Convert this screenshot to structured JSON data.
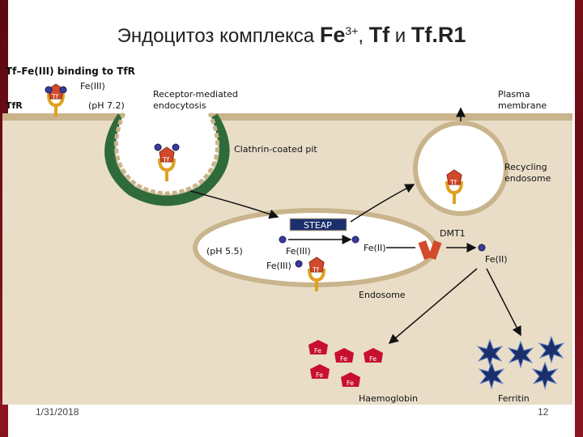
{
  "slide": {
    "title_prefix": "Эндоцитоз комплекса ",
    "title_fe": "Fe",
    "title_sup": "3+",
    "title_mid": ", ",
    "title_tf": "Tf",
    "title_and": " и ",
    "title_tfr": "Tf.R1",
    "date": "1/31/2018",
    "page": "12"
  },
  "figure": {
    "heading": "Tf–Fe(III) binding to TfR",
    "tfr_label": "TfR",
    "fe3_top": "Fe(III)",
    "ph_72": "(pH 7.2)",
    "rme_line1": "Receptor-mediated",
    "rme_line2": "endocytosis",
    "plasma_line1": "Plasma",
    "plasma_line2": "membrane",
    "clathrin": "Clathrin-coated pit",
    "recycling_line1": "Recycling",
    "recycling_line2": "endosome",
    "steap": "STEAP",
    "dmt1": "DMT1",
    "ph_55": "(pH 5.5)",
    "fe3_a": "Fe(III)",
    "fe3_b": "Fe(III)",
    "fe2_a": "Fe(II)",
    "fe2_b": "Fe(II)",
    "endosome": "Endosome",
    "haemoglobin": "Haemoglobin",
    "ferritin": "Ferritin",
    "tf": "Tf",
    "fe": "Fe",
    "colors": {
      "membrane": "#c9b48c",
      "coat": "#2f6b3a",
      "receptor": "#e0a020",
      "tf": "#d24a2a",
      "iron": "#3b3b9a",
      "haem": "#c8102e",
      "ferritin": "#1a2f6b"
    }
  }
}
